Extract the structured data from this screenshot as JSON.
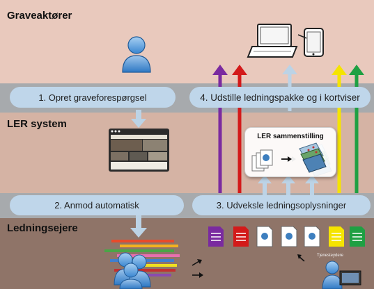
{
  "sections": {
    "top_title": "Graveaktører",
    "middle_title": "LER system",
    "bottom_title": "Ledningsejere"
  },
  "steps": {
    "step1": "1. Opret graveforespørgsel",
    "step2": "2. Anmod automatisk",
    "step3": "3. Udveksle ledningsoplysninger",
    "step4": "4. Udstille ledningspakke og i kortviser"
  },
  "ler_box": {
    "title": "LER sammenstilling"
  },
  "labels": {
    "tjenesteudbyder": "Tjenesteydere"
  },
  "icons": {
    "user": "person-icon",
    "laptop": "laptop-icon",
    "tablet": "tablet-icon",
    "website": "website-screenshot-icon",
    "documents": "document-stack-icon",
    "map_layers": "map-layers-icon",
    "group": "group-icon",
    "service_person": "service-provider-icon"
  },
  "colors": {
    "top_band": "#e9c9bd",
    "middle_band": "#d5b3a4",
    "bottom_band": "#8f7468",
    "gray_band": "#a7aaad",
    "pill": "#bfd6ea",
    "arrow_purple": "#7a2aa0",
    "arrow_red": "#d31a1a",
    "arrow_lightblue": "#bcd3e6",
    "arrow_yellow": "#f5e400",
    "arrow_green": "#1fa043"
  }
}
